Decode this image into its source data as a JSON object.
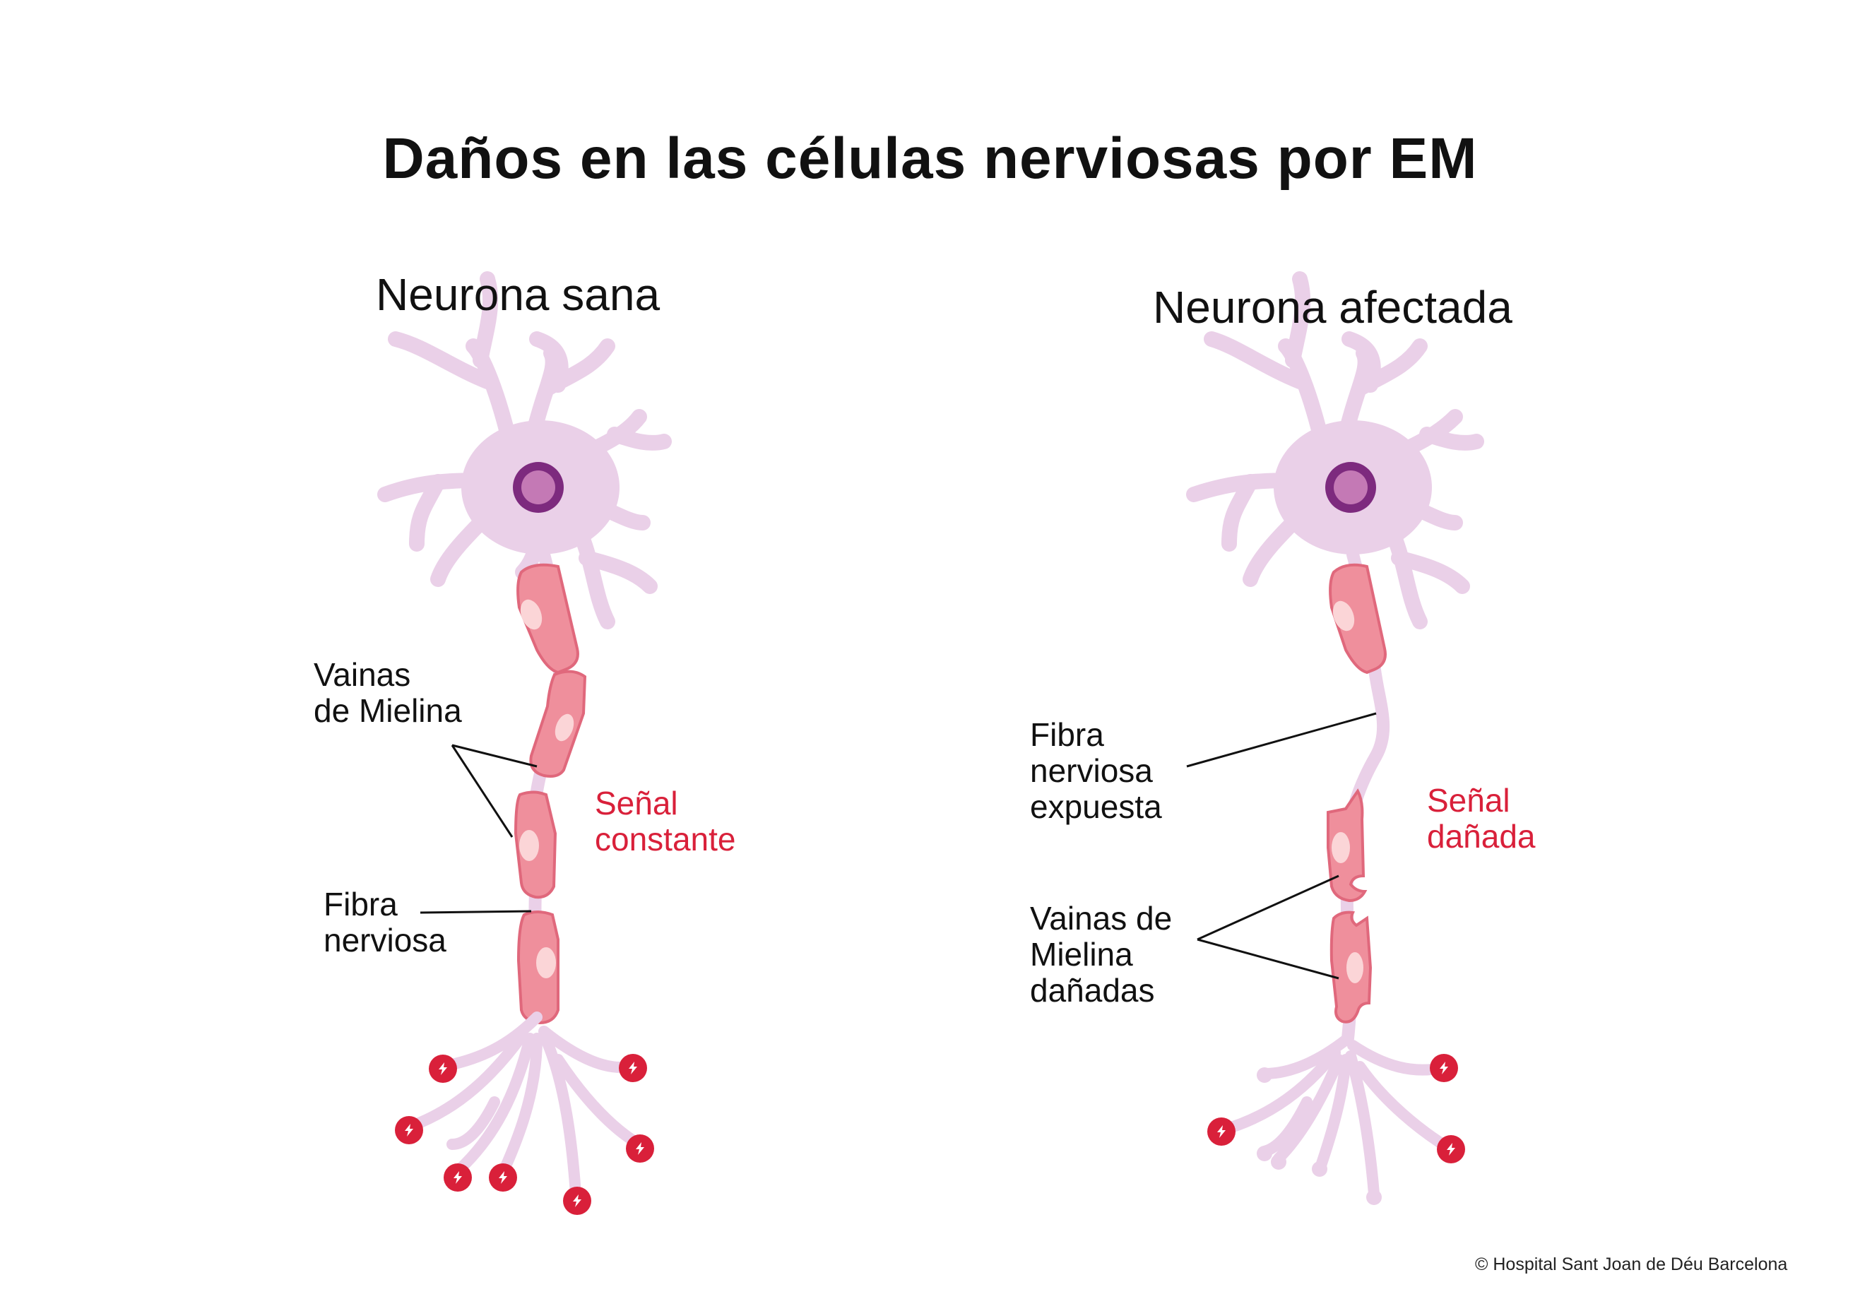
{
  "title": "Daños en las células nerviosas por EM",
  "panels": [
    {
      "heading": "Neurona sana",
      "labels": {
        "myelin": "Vainas\nde Mielina",
        "fiber": "Fibra\nnerviosa"
      },
      "signal": "Señal\nconstante",
      "signal_state": "constant"
    },
    {
      "heading": "Neurona afectada",
      "labels": {
        "fiber": "Fibra\nnerviosa\nexpuesta",
        "myelin": "Vainas de\nMielina\ndañadas"
      },
      "signal": "Señal\ndañada",
      "signal_state": "damaged"
    }
  ],
  "credit": "© Hospital Sant Joan de Déu Barcelona",
  "colors": {
    "neuron_body": "#ead0e8",
    "nucleus_outer": "#7d2a7e",
    "nucleus_inner": "#c479b5",
    "myelin_fill": "#ef8f9c",
    "myelin_stroke": "#e0687c",
    "myelin_highlight": "#fbd5d7",
    "signal_dot": "#d9203a",
    "signal_text": "#d9203a",
    "text": "#111111"
  },
  "icons": {
    "signal": "lightning-bolt-icon"
  }
}
